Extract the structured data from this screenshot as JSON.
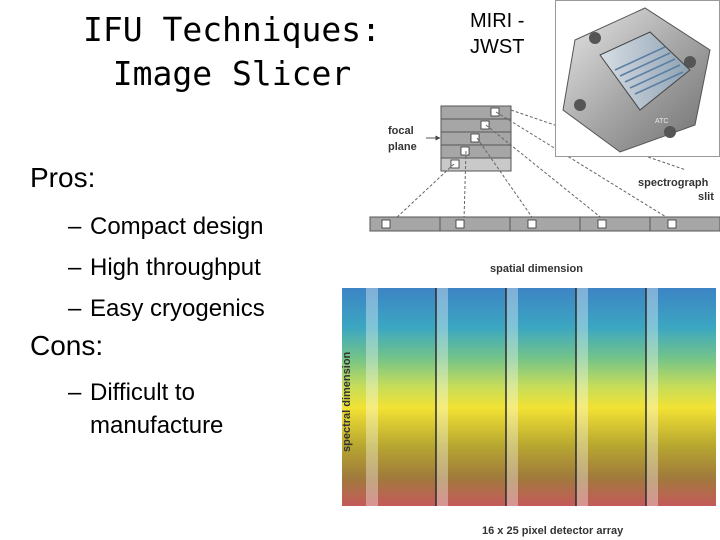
{
  "slide": {
    "title_line1": "IFU Techniques:",
    "title_line2": "Image Slicer",
    "instrument_caption_line1": "MIRI -",
    "instrument_caption_line2": "JWST",
    "pros_heading": "Pros:",
    "pros": [
      "Compact design",
      "High throughput",
      "Easy cryogenics"
    ],
    "cons_heading": "Cons:",
    "cons_line1": "Difficult to",
    "cons_line2": "manufacture",
    "dash": "–"
  },
  "diagram": {
    "focal_plane_label_1": "focal",
    "focal_plane_label_2": "plane",
    "slit_label_1": "spectrograph",
    "slit_label_2": "slit",
    "spatial_label": "spatial dimension",
    "spectral_label": "spectral dimension",
    "detector_label": "16 x 25 pixel detector array",
    "photo_watermark": "ATC"
  },
  "colors": {
    "gradient_top": "#3d84c4",
    "gradient_mid": "#f2e234",
    "gradient_bottom": "#c45a5a",
    "slice_fill": "#a6a6a6"
  }
}
